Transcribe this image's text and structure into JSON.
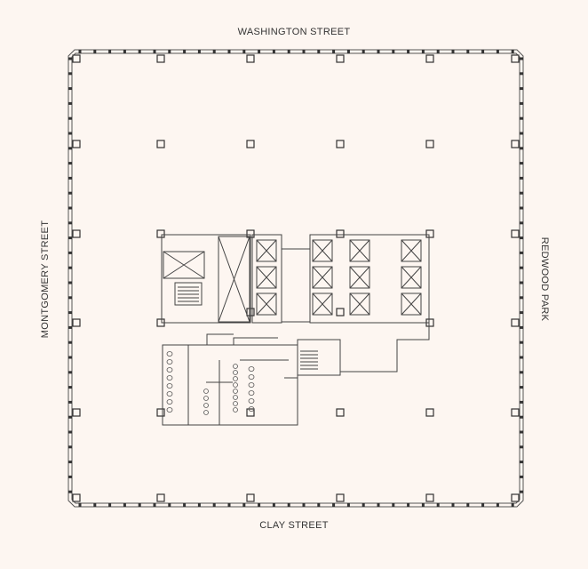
{
  "streets": {
    "north": "WASHINGTON STREET",
    "south": "CLAY STREET",
    "west": "MONTGOMERY STREET",
    "east": "REDWOOD PARK"
  },
  "colors": {
    "background": "#fdf6f1",
    "line": "#4a4a4a",
    "wall_fill": "#e6e0dc"
  }
}
